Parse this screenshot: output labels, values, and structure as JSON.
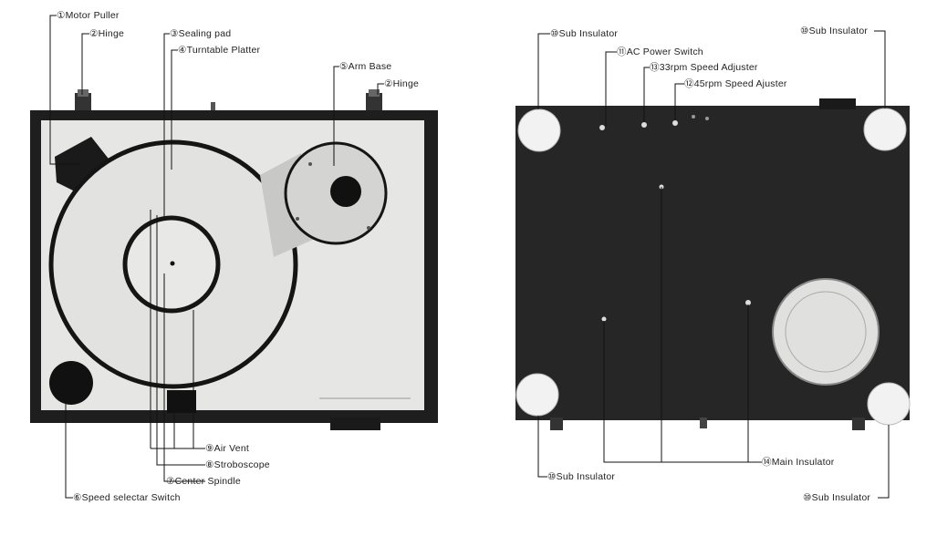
{
  "top_view": {
    "labels": {
      "motor_puller": "①Motor Puller",
      "hinge_left": "②Hinge",
      "sealing_pad": "③Sealing pad",
      "turntable_platter": "④Turntable Platter",
      "arm_base": "⑤Arm Base",
      "hinge_right": "②Hinge",
      "air_vent": "⑨Air Vent",
      "stroboscope": "⑧Stroboscope",
      "center_spindle": "⑦Center Spindle",
      "speed_selector_switch": "⑥Speed selectar Switch"
    }
  },
  "bottom_view": {
    "labels": {
      "sub_insulator_top_left": "⑩Sub Insulator",
      "ac_power_switch": "⑪AC Power Switch",
      "speed_adjuster_33": "⑬33rpm Speed Adjuster",
      "speed_adjuster_45": "⑫45rpm Speed Ajuster",
      "sub_insulator_top_right": "⑩Sub Insulator",
      "main_insulator": "⑭Main Insulator",
      "sub_insulator_bottom_left": "⑩Sub Insulator",
      "sub_insulator_bottom_right": "⑩Sub Insulator"
    }
  },
  "colors": {
    "base_dark": "#1e1e1e",
    "plate_light": "#e6e6e4",
    "bottom_dark": "#262626",
    "insulator_light": "#f2f2f2",
    "leader_line": "#111111"
  }
}
